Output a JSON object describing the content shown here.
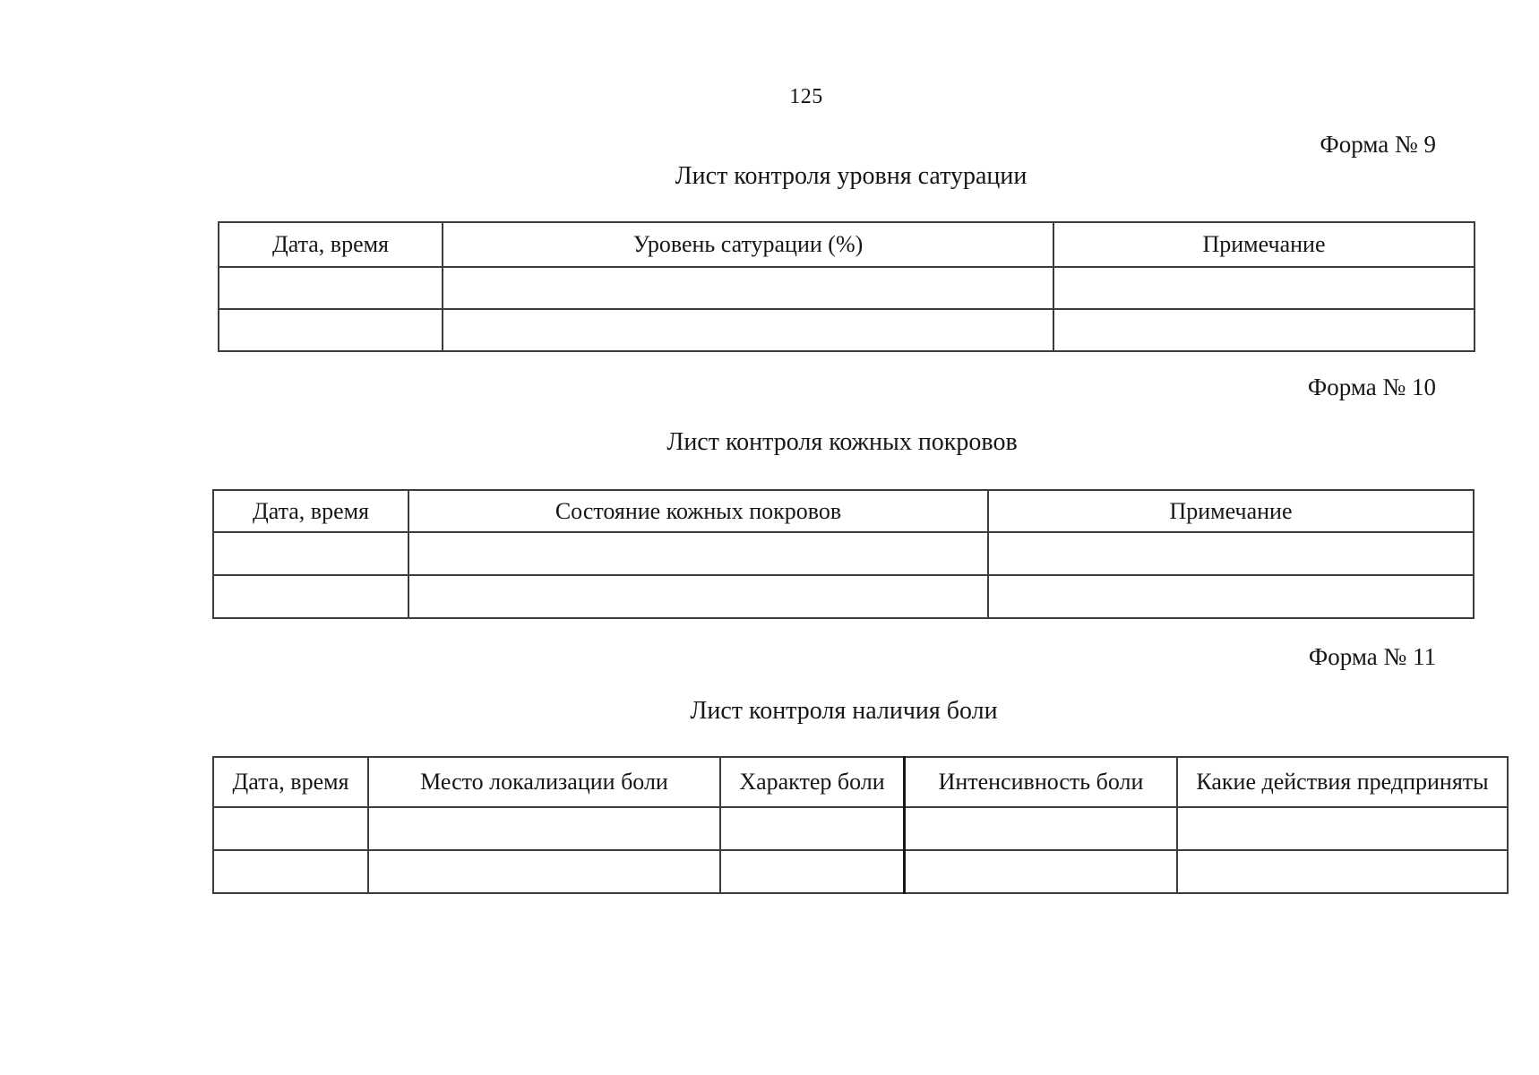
{
  "page": {
    "number": "125"
  },
  "colors": {
    "background": "#ffffff",
    "text": "#161616",
    "table_border": "#3c3c3c"
  },
  "forms": [
    {
      "label": "Форма № 9",
      "title": "Лист контроля уровня сатурации",
      "table": {
        "headers": [
          "Дата, время",
          "Уровень сатурации (%)",
          "Примечание"
        ],
        "empty_row_count": 2
      }
    },
    {
      "label": "Форма № 10",
      "title": "Лист контроля кожных покровов",
      "table": {
        "headers": [
          "Дата, время",
          "Состояние кожных покровов",
          "Примечание"
        ],
        "empty_row_count": 2
      }
    },
    {
      "label": "Форма № 11",
      "title": "Лист контроля наличия боли",
      "table": {
        "headers": [
          "Дата, время",
          "Место локализации боли",
          "Характер боли",
          "Интенсивность боли",
          "Какие действия предприняты"
        ],
        "empty_row_count": 2
      }
    }
  ]
}
